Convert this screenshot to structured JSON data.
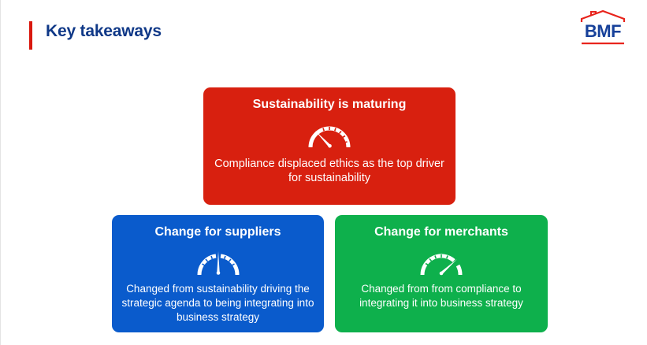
{
  "header": {
    "title": "Key takeaways",
    "accent_color": "#d9190f",
    "title_color": "#0f3887"
  },
  "logo": {
    "text": "BMF",
    "icon": "house-roof-icon",
    "text_color": "#17419a",
    "roof_color": "#e8231b"
  },
  "cards": [
    {
      "title": "Sustainability is maturing",
      "icon": "speedometer-low-icon",
      "description": "Compliance displaced ethics as the top driver for sustainability",
      "color": "#d8200f"
    },
    {
      "title": "Change for suppliers",
      "icon": "speedometer-mid-icon",
      "description": "Changed from sustainability driving the strategic agenda to being integrating into business strategy",
      "color": "#0a5bcc"
    },
    {
      "title": "Change for merchants",
      "icon": "speedometer-high-icon",
      "description": "Changed from from compliance to integrating it into business strategy",
      "color": "#0eb04c"
    }
  ]
}
